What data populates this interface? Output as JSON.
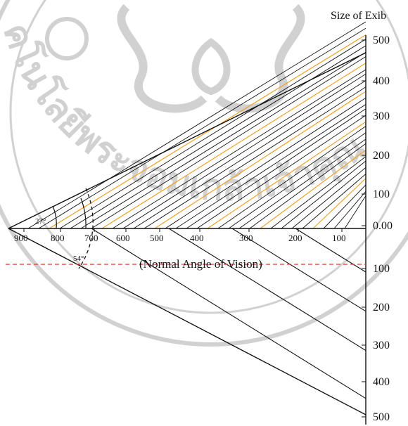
{
  "title": "Size of Exib",
  "caption": "(Normal Angle of Vision)",
  "vertical_ticks_above": [
    "500",
    "400",
    "300",
    "200",
    "100",
    "0.00"
  ],
  "vertical_ticks_below": [
    "100",
    "200",
    "300",
    "400",
    "500"
  ],
  "horizontal_ticks": [
    "900",
    "800",
    "700",
    "600",
    "500",
    "400",
    "300",
    "200",
    "100"
  ],
  "angle_small": "27°",
  "angle_large": "54°",
  "watermark": {
    "text": "คโนโลยีพระจอมเกล้าเจ้าคุณ",
    "color": "#9a9a9a"
  },
  "colors": {
    "ink": "#111111",
    "orange": "#f0a028",
    "red_dashed": "#e8302c"
  }
}
